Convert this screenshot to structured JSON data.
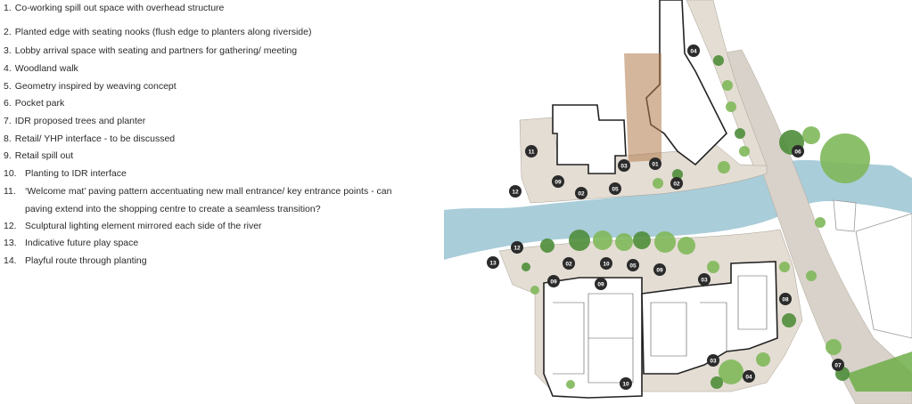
{
  "legend": {
    "items": [
      {
        "num": "1.",
        "text": "Co-working spill out space with overhead structure"
      },
      {
        "num": "2.",
        "text": "Planted edge with seating nooks (flush edge to planters along riverside)"
      },
      {
        "num": "3.",
        "text": "Lobby arrival space with seating and partners for gathering/ meeting"
      },
      {
        "num": "4.",
        "text": "Woodland walk"
      },
      {
        "num": "5.",
        "text": "Geometry inspired by weaving concept"
      },
      {
        "num": "6.",
        "text": "Pocket park"
      },
      {
        "num": "7.",
        "text": "IDR proposed trees and planter"
      },
      {
        "num": "8.",
        "text": "Retail/ YHP interface - to be discussed"
      },
      {
        "num": "9.",
        "text": "Retail spill out"
      },
      {
        "num": "10.",
        "text": "Planting to IDR interface"
      },
      {
        "num": "11.",
        "text": "‘Welcome mat’ paving pattern accentuating new mall entrance/ key entrance points - can"
      },
      {
        "num": "12.",
        "text": "Sculptural lighting element mirrored each side of the river"
      },
      {
        "num": "13.",
        "text": "Indicative future play space"
      },
      {
        "num": "14.",
        "text": "Playful route through planting"
      }
    ],
    "item11_continuation": "paving extend into the shopping centre to create a seamless transition?"
  },
  "plan": {
    "colors": {
      "river": "#a9cdd9",
      "paving": "#e4ddd3",
      "building": "#ffffff",
      "tree": "#7fb85a",
      "tree_dark": "#4e8d3a",
      "marker": "#2b2b2b"
    },
    "markers": [
      {
        "id": "m04a",
        "label": "04"
      },
      {
        "id": "m11",
        "label": "11"
      },
      {
        "id": "m03a",
        "label": "03"
      },
      {
        "id": "m01",
        "label": "01"
      },
      {
        "id": "m06",
        "label": "06"
      },
      {
        "id": "m09a",
        "label": "09"
      },
      {
        "id": "m02a",
        "label": "02"
      },
      {
        "id": "m05a",
        "label": "05"
      },
      {
        "id": "m02b",
        "label": "02"
      },
      {
        "id": "m12a",
        "label": "12"
      },
      {
        "id": "m12b",
        "label": "12"
      },
      {
        "id": "m13",
        "label": "13"
      },
      {
        "id": "m02c",
        "label": "02"
      },
      {
        "id": "m10a",
        "label": "10"
      },
      {
        "id": "m05b",
        "label": "05"
      },
      {
        "id": "m09b",
        "label": "09"
      },
      {
        "id": "m09c",
        "label": "09"
      },
      {
        "id": "m09d",
        "label": "09"
      },
      {
        "id": "m03b",
        "label": "03"
      },
      {
        "id": "m08",
        "label": "08"
      },
      {
        "id": "m07",
        "label": "07"
      },
      {
        "id": "m03c",
        "label": "03"
      },
      {
        "id": "m04b",
        "label": "04"
      },
      {
        "id": "m10b",
        "label": "10"
      }
    ]
  }
}
